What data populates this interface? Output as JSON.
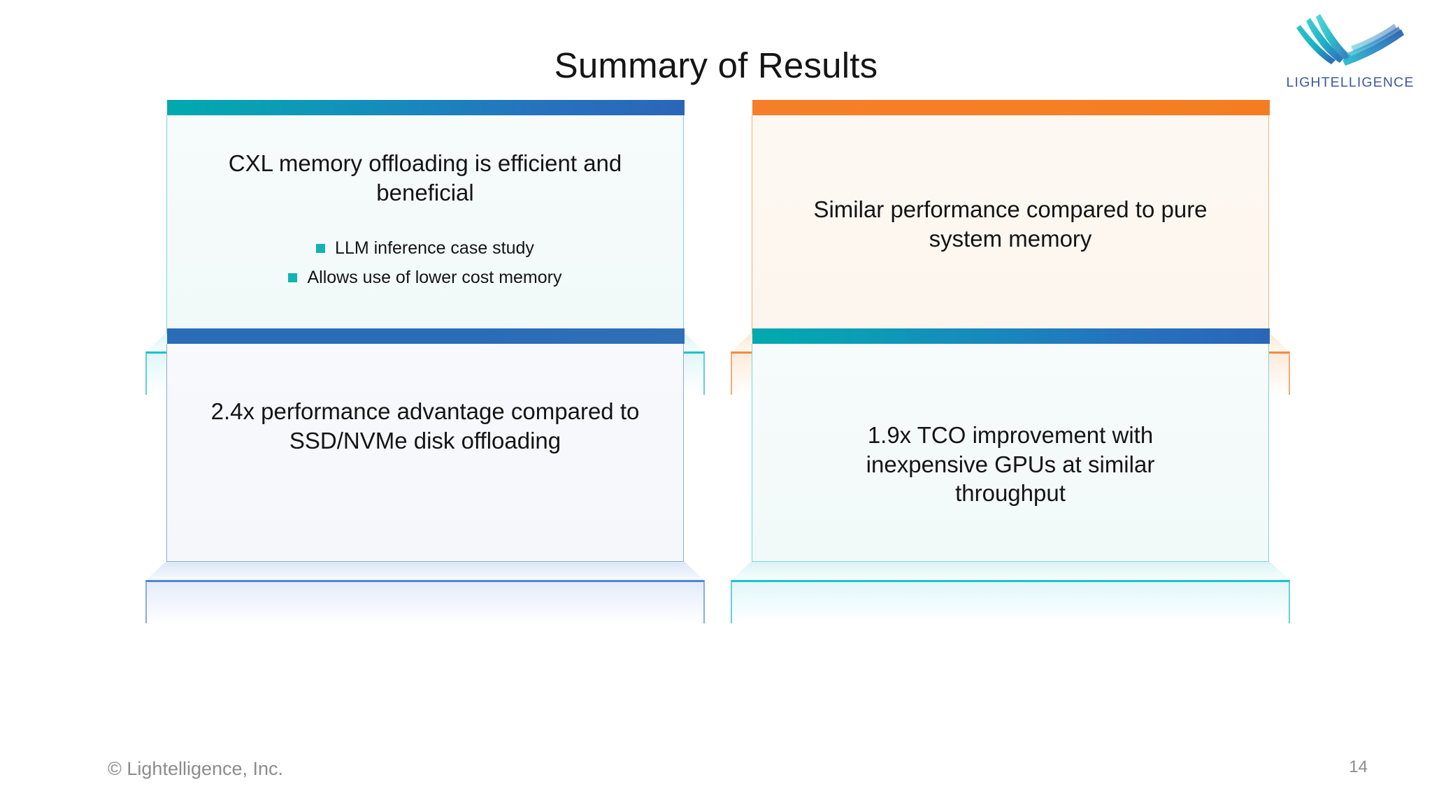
{
  "slide": {
    "title": "Summary of Results",
    "page_number": "14"
  },
  "brand": {
    "logo_wordmark": "LIGHTELLIGENCE",
    "logo_icon": "lightelligence-swoosh-logo",
    "colors": {
      "teal": "#00aaae",
      "blue": "#2a6cb8",
      "orange": "#f57f28",
      "bullet_teal": "#13b3b3",
      "wordmark_blue": "#3a5a9a",
      "footer_gray": "#8c8c8c"
    }
  },
  "cards": [
    {
      "id": "cxl-memory-offloading",
      "accent": "teal-to-blue",
      "headline": "CXL memory offloading is efficient and beneficial",
      "bullets": [
        "LLM inference case study",
        "Allows use of lower cost memory"
      ]
    },
    {
      "id": "similar-performance",
      "accent": "orange",
      "headline": "Similar performance compared to pure system memory",
      "bullets": []
    },
    {
      "id": "performance-advantage",
      "accent": "blue",
      "headline": "2.4x performance advantage compared to SSD/NVMe disk offloading",
      "bullets": []
    },
    {
      "id": "tco-improvement",
      "accent": "teal-to-blue",
      "headline": "1.9x TCO improvement with inexpensive GPUs at similar throughput",
      "bullets": []
    }
  ],
  "footer": {
    "copyright": "© Lightelligence, Inc."
  }
}
